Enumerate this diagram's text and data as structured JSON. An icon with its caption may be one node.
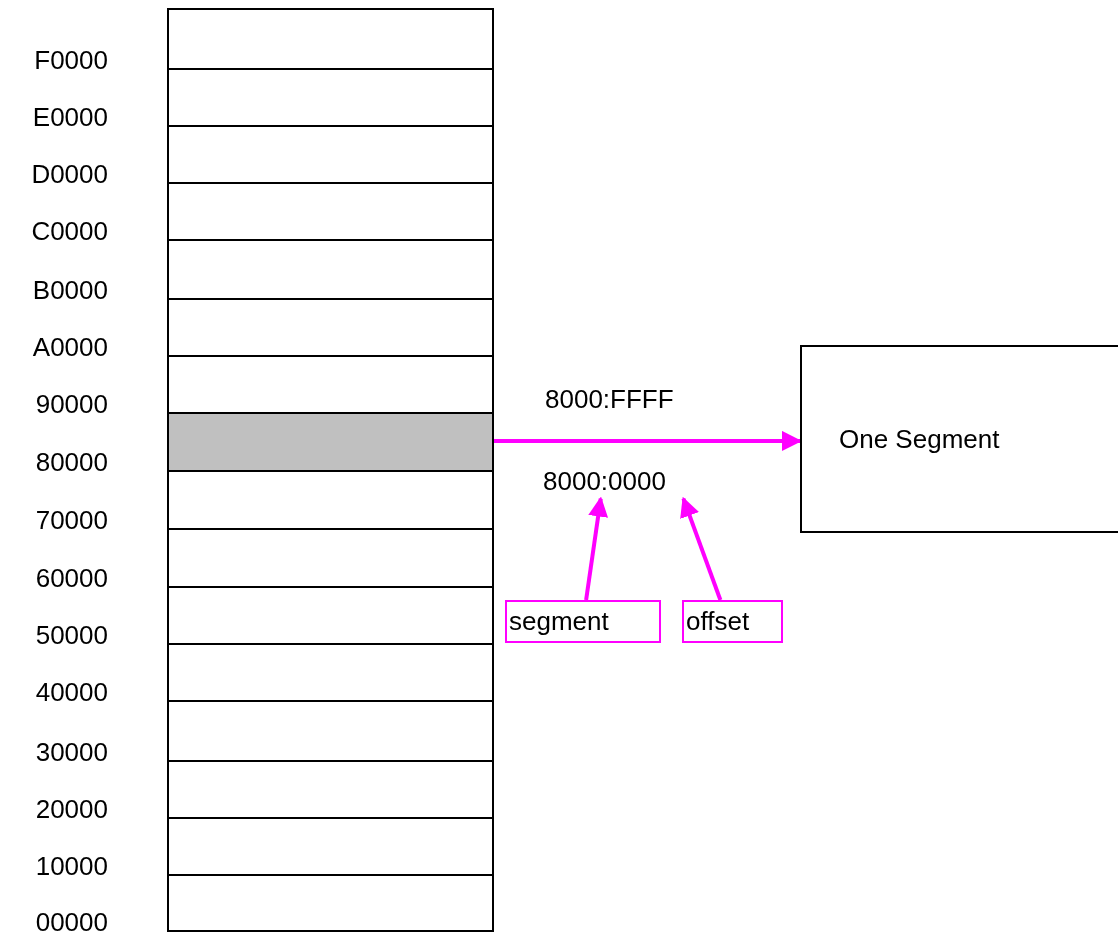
{
  "diagram": {
    "nodes": [
      {
        "text": [],
        "shape": "box"
      },
      {
        "text": [],
        "shape": "box"
      },
      {
        "text": [],
        "shape": "box"
      },
      {
        "text": [],
        "shape": "box"
      },
      {
        "text": [],
        "shape": "box"
      },
      {
        "text": [],
        "shape": "box"
      },
      {
        "text": [],
        "shape": "box"
      },
      {
        "text": [],
        "shape": "box"
      },
      {
        "text": [],
        "shape": "box"
      },
      {
        "text": [],
        "shape": "box"
      },
      {
        "text": [],
        "shape": "box"
      },
      {
        "text": [],
        "shape": "box"
      },
      {
        "text": [],
        "shape": "box"
      },
      {
        "text": [],
        "shape": "box"
      },
      {
        "text": [],
        "shape": "box"
      },
      {
        "text": [],
        "shape": "box"
      },
      {
        "text": [
          "One Segment"
        ]
      },
      {
        "text": [
          "8000:0000"
        ]
      },
      {
        "text": [
          "segment"
        ]
      },
      {
        "text": [
          "offset"
        ]
      }
    ],
    "edges": [
      {
        "from": 7,
        "to": 16,
        "arrow": "to"
      },
      {
        "from": 18,
        "to": 17,
        "arrow": "to"
      },
      {
        "from": 19,
        "to": 17,
        "arrow": "to"
      }
    ],
    "labels": [
      "F0000",
      "E0000",
      "D0000",
      "C0000",
      "B0000",
      "A0000",
      "90000",
      "80000",
      "70000",
      "60000",
      "50000",
      "40000",
      "30000",
      "20000",
      "10000",
      "00000",
      "8000:FFFF"
    ]
  }
}
